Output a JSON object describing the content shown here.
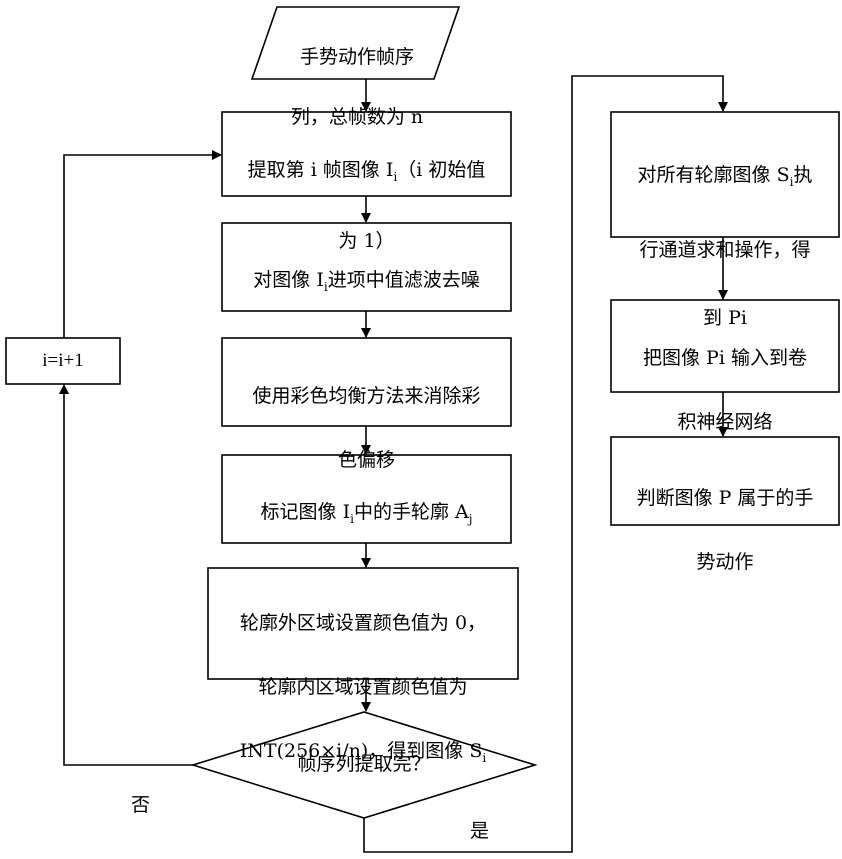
{
  "nodes": {
    "start": {
      "lines": [
        "手势动作帧序",
        "列，总帧数为 n"
      ]
    },
    "extract": {
      "lines": [
        "提取第 i 帧图像 I",
        "为 1）"
      ],
      "sub": "i",
      "tail": "（i 初始值"
    },
    "denoise": {
      "prefix": "对图像 I",
      "sub": "i",
      "suffix": "进项中值滤波去噪"
    },
    "color_balance": {
      "lines": [
        "使用彩色均衡方法来消除彩",
        "色偏移"
      ]
    },
    "mark": {
      "prefix": "标记图像 I",
      "sub": "i",
      "middle": "中的手轮廓 A",
      "sub2": "j"
    },
    "set_color": {
      "lines": [
        "轮廓外区域设置颜色值为 0，",
        "轮廓内区域设置颜色值为",
        "INT(256×i/n)，得到图像 S"
      ],
      "sub": "i"
    },
    "decision": {
      "text": "帧序列提取完？"
    },
    "increment": {
      "text": "i=i+1"
    },
    "sum_channels": {
      "l1a": "对所有轮廓图像 S",
      "sub": "i",
      "l1b": "执",
      "l2": "行通道求和操作，得",
      "l3": "到 Pi"
    },
    "cnn_input": {
      "lines": [
        "把图像 Pi 输入到卷",
        "积神经网络"
      ]
    },
    "judge": {
      "lines": [
        "判断图像 P 属于的手",
        "势动作"
      ]
    }
  },
  "labels": {
    "no": "否",
    "yes": "是"
  }
}
